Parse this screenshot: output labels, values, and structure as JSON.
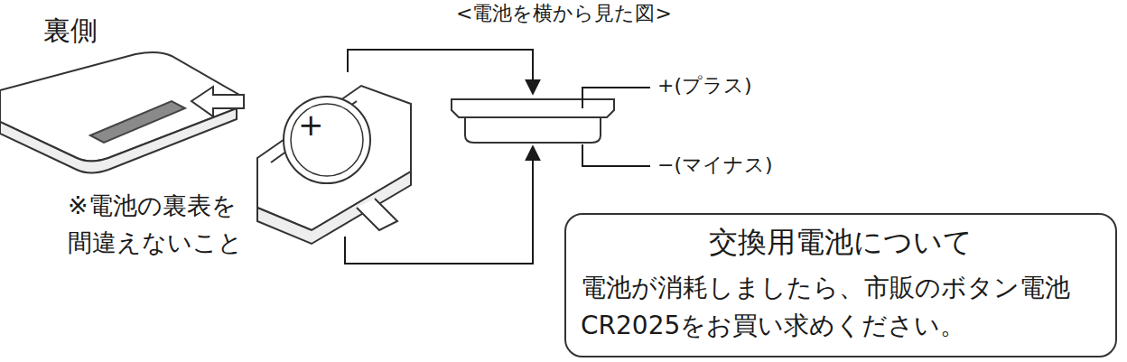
{
  "diagram": {
    "nodes": [
      {
        "text": [
          "交換用電池について",
          "電池が消耗しましたら、市販のボタン電池 CR2025をお買い求めください。"
        ]
      }
    ],
    "labels": [
      "裏側",
      "<電池を横から見た図>",
      "+",
      "+(プラス)",
      "−(マイナス)",
      "※電池の裏表を 間違えないこと"
    ]
  }
}
